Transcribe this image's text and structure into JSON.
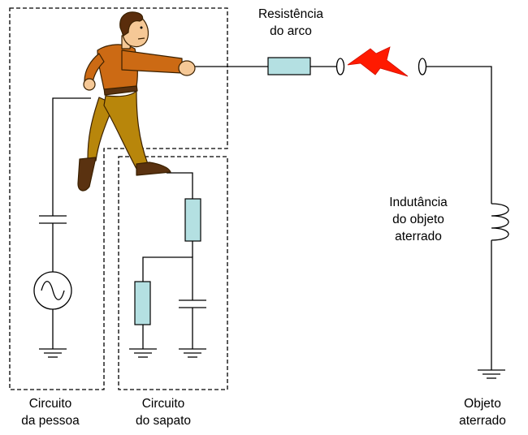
{
  "labels": {
    "arc_resistance": [
      "Resistência",
      "do arco"
    ],
    "object_inductance": [
      "Indutância",
      "do objeto",
      "aterrado"
    ],
    "person_circuit": [
      "Circuito",
      "da pessoa"
    ],
    "shoe_circuit": [
      "Circuito",
      "do sapato"
    ],
    "grounded_object": [
      "Objeto",
      "aterrado"
    ]
  },
  "colors": {
    "wire": "#000000",
    "resistor_fill": "#b4e0e2",
    "spark_fill": "#ff1a00",
    "figure_shirt": "#cc6a14",
    "figure_pants": "#b8860b",
    "figure_skin": "#f5c896",
    "figure_hair": "#5a2d0c"
  },
  "icons": {
    "source": "ac-voltage-source-icon",
    "spark": "lightning-spark-icon",
    "person": "person-figure-icon"
  }
}
